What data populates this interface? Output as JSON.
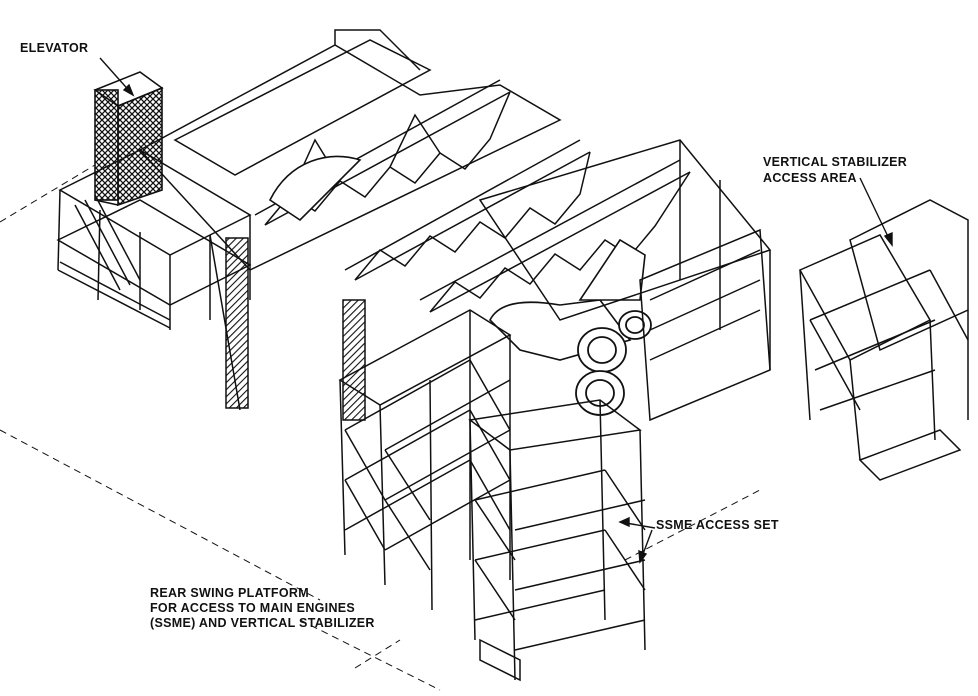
{
  "diagram": {
    "colors": {
      "ink": "#111111",
      "background": "#ffffff"
    },
    "labels": {
      "elevator": "ELEVATOR",
      "vertical_stabilizer_line1": "VERTICAL STABILIZER",
      "vertical_stabilizer_line2": "ACCESS AREA",
      "ssme_access": "SSME ACCESS SET",
      "rear_platform_line1": "REAR SWING PLATFORM",
      "rear_platform_line2": "FOR ACCESS TO MAIN ENGINES",
      "rear_platform_line3": "(SSME) AND VERTICAL STABILIZER"
    }
  }
}
